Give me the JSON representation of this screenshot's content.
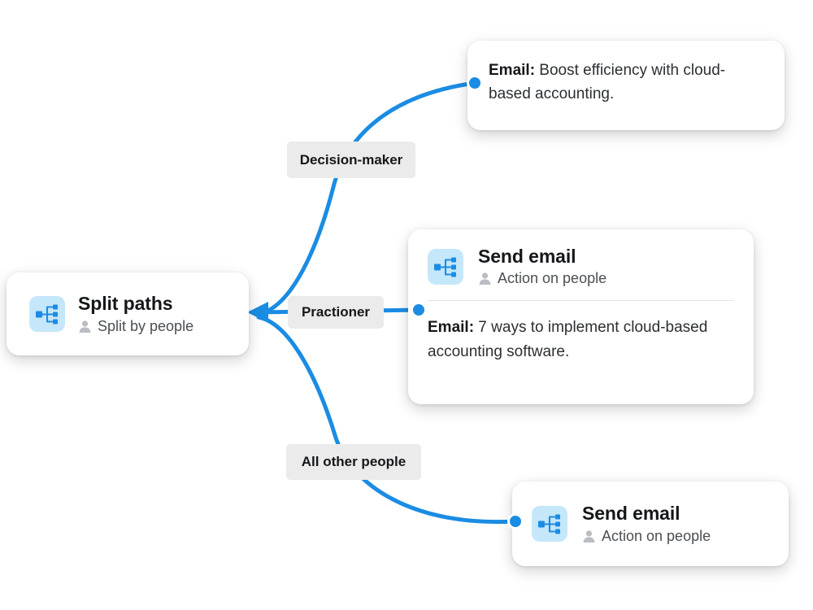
{
  "canvas": {
    "background": "#ffffff",
    "accent_blue": "#1b8ce3",
    "icon_bg": "#c5e7fa",
    "label_bg": "#ebebeb",
    "text_dark": "#15171a",
    "text_muted": "#4a4f54"
  },
  "split_node": {
    "icon": "split-paths-icon",
    "title": "Split paths",
    "subtitle_icon": "person-icon",
    "subtitle": "Split by people"
  },
  "branches": [
    {
      "id": "decision-maker",
      "label": "Decision-maker"
    },
    {
      "id": "practioner",
      "label": "Practioner"
    },
    {
      "id": "all-other-people",
      "label": "All other people"
    }
  ],
  "cards": {
    "top": {
      "email_prefix": "Email:",
      "email_body": " Boost efficiency with cloud-based accounting."
    },
    "middle": {
      "icon": "split-paths-icon",
      "title": "Send email",
      "subtitle_icon": "person-icon",
      "subtitle": "Action on people",
      "email_prefix": "Email:",
      "email_body": " 7 ways to implement cloud-based accounting software."
    },
    "bottom": {
      "icon": "split-paths-icon",
      "title": "Send email",
      "subtitle_icon": "person-icon",
      "subtitle": "Action on people"
    }
  },
  "connectors": {
    "arrowhead": "left-arrow-into-split-node",
    "endpoint_dots": 3,
    "stroke_color": "#1b8ce3",
    "stroke_width": 5
  }
}
